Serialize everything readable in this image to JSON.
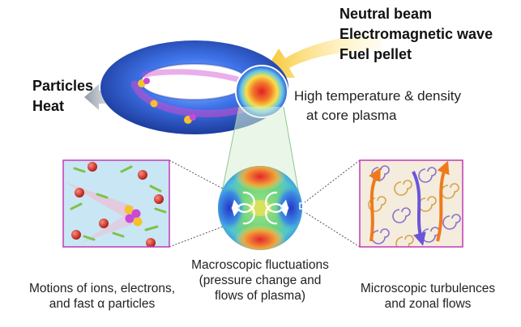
{
  "inputs": {
    "lines": [
      "Neutral beam",
      "Electromagnetic wave",
      "Fuel pellet"
    ]
  },
  "outputs": {
    "lines": [
      "Particles",
      "Heat"
    ]
  },
  "core": {
    "lines": [
      "High temperature & density",
      "at core plasma"
    ]
  },
  "panels": {
    "left": {
      "lines": [
        "Motions of ions, electrons,",
        "and fast α particles"
      ]
    },
    "center": {
      "lines": [
        "Macroscopic fluctuations",
        "(pressure change and",
        "flows of plasma)"
      ]
    },
    "right": {
      "lines": [
        "Microscopic turbulences",
        "and zonal flows"
      ]
    }
  },
  "colors": {
    "torus": "#2f5fd8",
    "beam_arrow": "#f2b51d",
    "exhaust_arrow": "#9aa3ad",
    "hot_core": "#e8262a",
    "ion": "#d9372b",
    "electron": "#7ec24a",
    "flow_orange": "#ef7a1c",
    "flow_purple": "#6a55d8"
  }
}
